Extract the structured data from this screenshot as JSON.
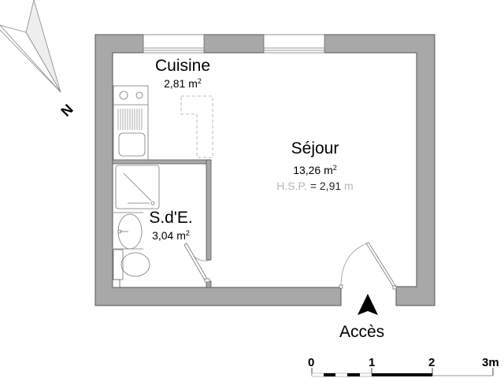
{
  "plan": {
    "rooms": [
      {
        "id": "cuisine",
        "name": "Cuisine",
        "area": "2,81 m",
        "area_unit_exp": "2"
      },
      {
        "id": "sejour",
        "name": "Séjour",
        "area": "13,26 m",
        "area_unit_exp": "2",
        "hsp_prefix": "H.S.P.",
        "hsp_value": " = 2,91 ",
        "hsp_unit": "m"
      },
      {
        "id": "sde",
        "name": "S.d'E.",
        "area": "3,04 m",
        "area_unit_exp": "2"
      }
    ],
    "entrance_label": "Accès",
    "north_label": "N",
    "colors": {
      "wall_fill": "#a8a8a8",
      "wall_stroke": "#555555",
      "fixture_stroke": "#777777",
      "background": "#ffffff"
    }
  },
  "scale_bar": {
    "ticks": [
      "0",
      "1",
      "2",
      "3m"
    ]
  },
  "icons": {
    "north_arrow": "compass-needle-icon",
    "entrance_arrow": "triangle-up-icon"
  }
}
